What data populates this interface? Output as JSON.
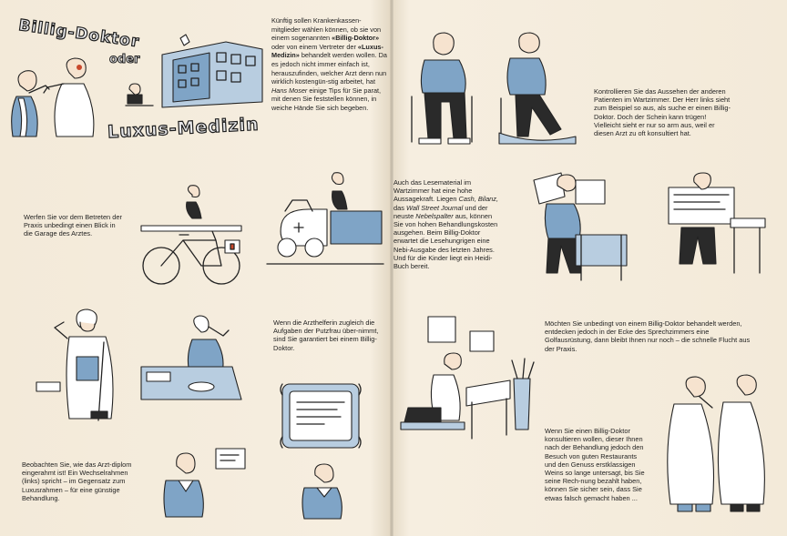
{
  "colors": {
    "paper": "#f3ead9",
    "ink": "#232323",
    "accent_blue": "#7fa4c6",
    "light_blue": "#b8cde0"
  },
  "title": {
    "line1": "Billig-Doktor",
    "conj": "oder",
    "line2": "Luxus-Medizin"
  },
  "intro": [
    "Künftig sollen Krankenkassen-mitglieder wählen können, ob sie von einem sogenannten ",
    "«Billig-Doktor»",
    " oder von einem Vertreter der ",
    "«Luxus-Medizin»",
    " behandelt werden wollen. Da es jedoch nicht immer einfach ist, herauszufinden, welcher Arzt denn nun wirklich kostengün-stig arbeitet, hat ",
    "Hans Moser",
    " einige Tips für Sie parat, mit denen Sie feststellen können, in weiche Hände Sie sich begeben."
  ],
  "captions": {
    "garage": "Werfen Sie vor dem Betreten der Praxis unbedingt einen Blick in die Garage des Arztes.",
    "assistant": "Wenn die Arzthelferin zugleich die Aufgaben der Putzfrau über-nimmt, sind Sie garantiert bei einem Billig-Doktor.",
    "diploma": "Beobachten Sie, wie das Arzt-diplom eingerahmt ist! Ein Wechselrahmen (links) spricht – im Gegensatz zum Luxusrahmen – für eine günstige Behandlung.",
    "patients": "Kontrollieren Sie das Aussehen der anderen Patienten im Wartzimmer. Der Herr links sieht zum Beispiel so aus, als suche er einen Billig-Doktor. Doch der Schein kann trügen! Vielleicht sieht er nur so arm aus, weil er diesen Arzt zu oft konsultiert hat.",
    "reading": [
      "Auch das Lesematerial im Wartzimmer hat eine hohe Aussagekraft. Liegen ",
      "Cash, Bilanz,",
      " das ",
      "Wall Street Journal",
      " und der neuste ",
      "Nebelspalter",
      " aus, können Sie von hohen Behandlungskosten ausgehen. Beim Billig-Doktor erwartet die Lesehungrigen eine Nebi-Ausgabe des letzten Jahres. Und für die Kinder liegt ein Heidi-Buch bereit."
    ],
    "golf": "Möchten Sie unbedingt von einem Billig-Doktor behandelt werden, entdecken jedoch in der Ecke des Sprechzimmers eine Golfausrüstung, dann bleibt Ihnen nur noch – die schnelle Flucht aus der Praxis.",
    "restaurant": "Wenn Sie einen Billig-Doktor konsultieren wollen, dieser Ihnen nach der Behandlung jedoch den Besuch von guten Restaurants und den Genuss erstklassigen Weins so lange untersagt, bis Sie seine Rech-nung bezahlt haben, können Sie sicher sein, dass Sie etwas falsch gemacht haben ..."
  }
}
